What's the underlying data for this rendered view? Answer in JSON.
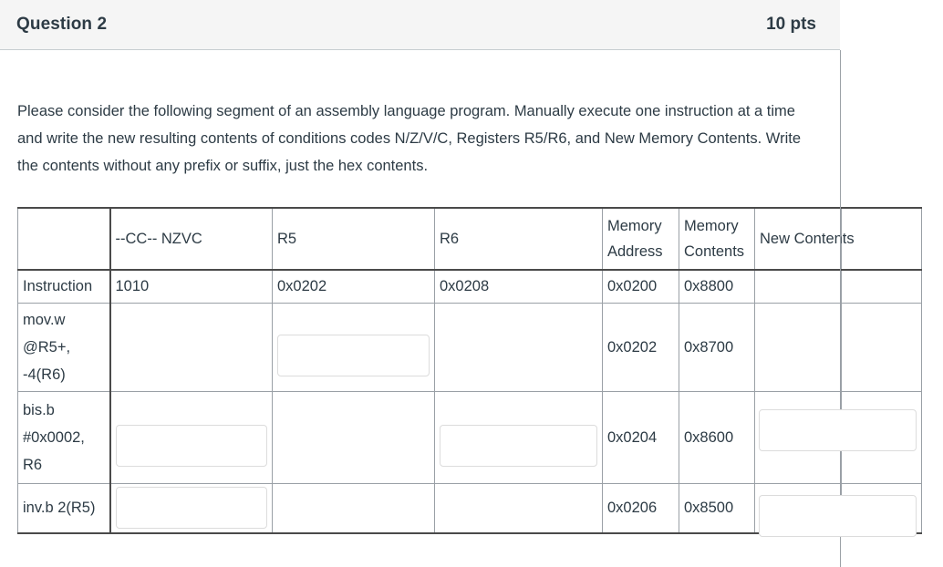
{
  "header": {
    "title": "Question 2",
    "points": "10 pts"
  },
  "prompt": {
    "text": "Please consider the following  segment of an assembly language program. Manually execute one instruction at a time and write the new resulting contents of conditions codes N/Z/V/C, Registers R5/R6, and New Memory Contents. Write the contents without any prefix or suffix, just the hex contents."
  },
  "table": {
    "headers": {
      "instruction": "",
      "cc": "--CC--  NZVC",
      "r5": "R5",
      "r6": "R6",
      "memory_address_line1": "Memory",
      "memory_address_line2": "Address",
      "memory_contents_line1": "Memory",
      "memory_contents_line2": "Contents",
      "new_contents": "New Contents"
    },
    "rows": [
      {
        "instruction": "Instruction",
        "cc": "1010",
        "r5": "0x0202",
        "r6": "0x0208",
        "memory_address": "0x0200",
        "memory_contents": "0x8800",
        "new_contents": "",
        "inputs": {
          "cc": false,
          "r5": false,
          "r6": false,
          "new_contents": false
        }
      },
      {
        "instruction_lines": [
          "mov.w",
          "@R5+,",
          "-4(R6)"
        ],
        "cc": "",
        "r5": "",
        "r6": "",
        "memory_address": "0x0202",
        "memory_contents": "0x8700",
        "new_contents": "",
        "inputs": {
          "cc": false,
          "r5": true,
          "r6": false,
          "new_contents": false
        }
      },
      {
        "instruction_lines": [
          "bis.b",
          "#0x0002,",
          "R6"
        ],
        "cc": "",
        "r5": "",
        "r6": "",
        "memory_address": "0x0204",
        "memory_contents": "0x8600",
        "new_contents": "",
        "inputs": {
          "cc": true,
          "r5": false,
          "r6": true,
          "new_contents": true
        }
      },
      {
        "instruction_lines": [
          "inv.b 2(R5)"
        ],
        "cc": "",
        "r5": "",
        "r6": "",
        "memory_address": "0x0206",
        "memory_contents": "0x8500",
        "new_contents": "",
        "inputs": {
          "cc": true,
          "r5": false,
          "r6": false,
          "new_contents": true
        }
      }
    ]
  },
  "colors": {
    "text": "#2d3b45",
    "header_bg": "#f5f5f5",
    "table_border": "#9aa0a6",
    "input_border": "#dcdcdc"
  }
}
